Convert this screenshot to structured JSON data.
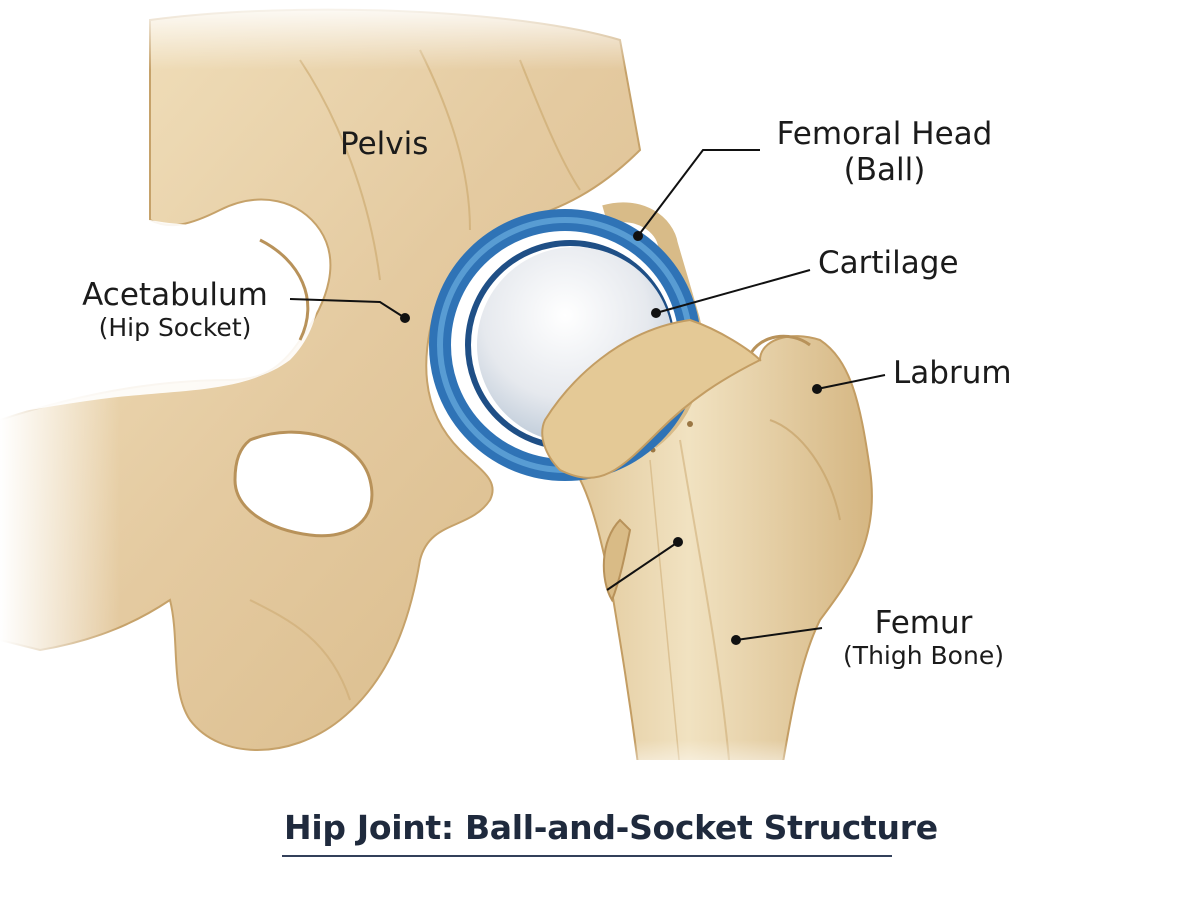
{
  "diagram": {
    "title": "Hip Joint: Ball-and-Socket Structure",
    "type": "anatomical illustration",
    "colors": {
      "bone": "#e6cfa0",
      "bone_shadow": "#c9a66b",
      "cartilage_ring": "#3f86c7",
      "femoral_head": "#eef0f3",
      "leader_line": "#111111",
      "title_text": "#1f2a3d"
    },
    "labels": [
      {
        "id": "pelvis",
        "text": "Pelvis",
        "subtext": ""
      },
      {
        "id": "acetabulum",
        "text": "Acetabulum",
        "subtext": "(Hip Socket)"
      },
      {
        "id": "femoral-head",
        "text": "Femoral Head",
        "subtext": "(Ball)"
      },
      {
        "id": "cartilage",
        "text": "Cartilage",
        "subtext": ""
      },
      {
        "id": "labrum",
        "text": "Labrum",
        "subtext": ""
      },
      {
        "id": "femur",
        "text": "Femur",
        "subtext": "(Thigh Bone)"
      }
    ]
  }
}
